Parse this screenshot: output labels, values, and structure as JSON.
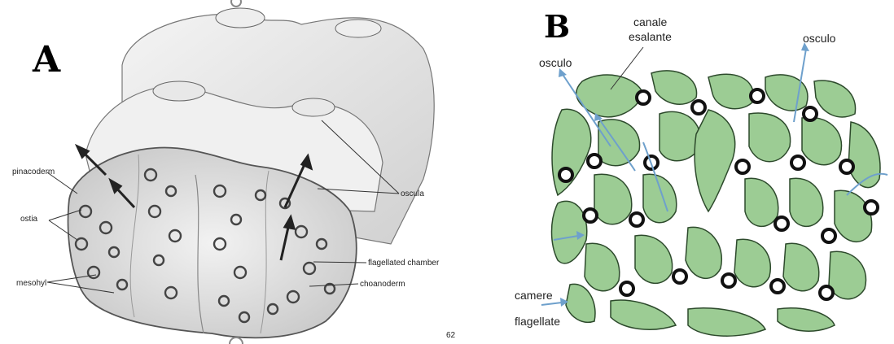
{
  "panel_a": {
    "letter": "A",
    "labels": {
      "pinacoderm": "pinacoderm",
      "ostia": "ostia",
      "mesohyl": "mesohyl",
      "oscula": "oscula",
      "flagellated_chamber": "flagellated chamber",
      "choanoderm": "choanoderm",
      "corner_mark": "62"
    }
  },
  "panel_b": {
    "letter": "B",
    "labels": {
      "canale_line1": "canale",
      "canale_line2": "esalante",
      "osculo_left": "osculo",
      "osculo_right": "osculo",
      "camere_line1": "camere",
      "camere_line2": "flagellate"
    }
  },
  "colors": {
    "mesohyl_green": "#9ccc94",
    "green_outline": "#2d4a2c",
    "flow_arrow_blue": "#6ea0cc",
    "sketch_gray": "#555555"
  }
}
